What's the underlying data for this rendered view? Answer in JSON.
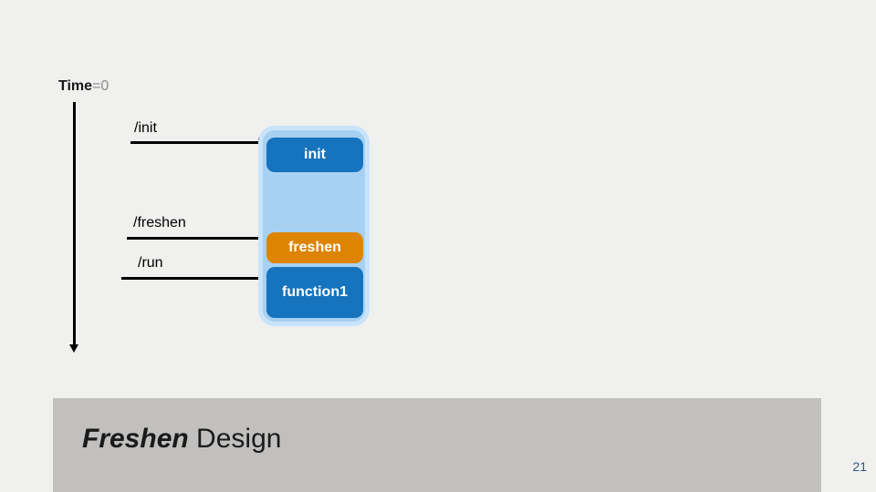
{
  "slide": {
    "timeline": {
      "time_label_prefix": "Time",
      "time_label_suffix": "=0"
    },
    "calls": [
      {
        "label": "/init"
      },
      {
        "label": "/freshen"
      },
      {
        "label": "/run"
      }
    ],
    "process_boxes": [
      {
        "label": "init"
      },
      {
        "label": "freshen"
      },
      {
        "label": "function1"
      }
    ],
    "footer": {
      "title_bold_italic": "Freshen",
      "title_regular": " Design",
      "page_number": "21"
    },
    "colors": {
      "background": "#F0F0EF",
      "container_fill": "#A7D1F3",
      "container_border": "#C9E4FA",
      "blue_box": "#1673BD",
      "orange_box": "#DD8402",
      "box_text": "#FFFFFF",
      "footer_bar": "#C1C0BE",
      "page_number": "#31567D",
      "time_suffix_gray": "#8C8C8C",
      "arrow": "#000000"
    }
  }
}
